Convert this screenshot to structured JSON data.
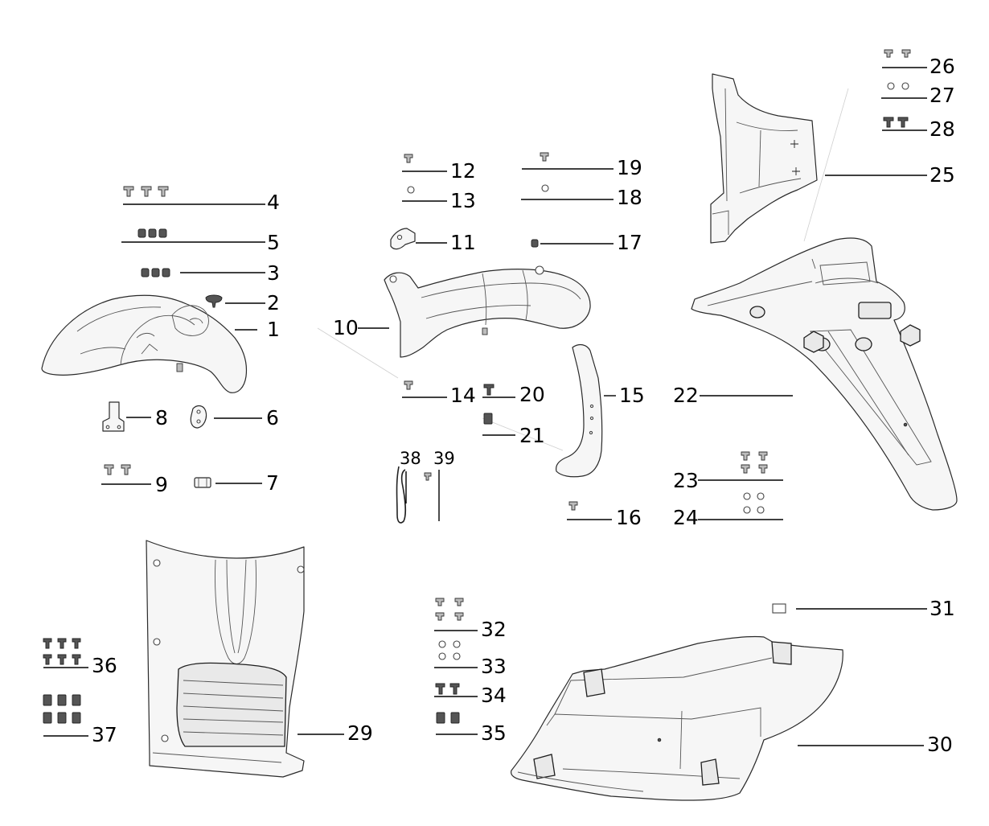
{
  "callouts": [
    {
      "id": "1",
      "label": "1"
    },
    {
      "id": "2",
      "label": "2"
    },
    {
      "id": "3",
      "label": "3"
    },
    {
      "id": "4",
      "label": "4"
    },
    {
      "id": "5",
      "label": "5"
    },
    {
      "id": "6",
      "label": "6"
    },
    {
      "id": "7",
      "label": "7"
    },
    {
      "id": "8",
      "label": "8"
    },
    {
      "id": "9",
      "label": "9"
    },
    {
      "id": "10",
      "label": "10"
    },
    {
      "id": "11",
      "label": "11"
    },
    {
      "id": "12",
      "label": "12"
    },
    {
      "id": "13",
      "label": "13"
    },
    {
      "id": "14",
      "label": "14"
    },
    {
      "id": "15",
      "label": "15"
    },
    {
      "id": "16",
      "label": "16"
    },
    {
      "id": "17",
      "label": "17"
    },
    {
      "id": "18",
      "label": "18"
    },
    {
      "id": "19",
      "label": "19"
    },
    {
      "id": "20",
      "label": "20"
    },
    {
      "id": "21",
      "label": "21"
    },
    {
      "id": "22",
      "label": "22"
    },
    {
      "id": "23",
      "label": "23"
    },
    {
      "id": "24",
      "label": "24"
    },
    {
      "id": "25",
      "label": "25"
    },
    {
      "id": "26",
      "label": "26"
    },
    {
      "id": "27",
      "label": "27"
    },
    {
      "id": "28",
      "label": "28"
    },
    {
      "id": "29",
      "label": "29"
    },
    {
      "id": "30",
      "label": "30"
    },
    {
      "id": "31",
      "label": "31"
    },
    {
      "id": "32",
      "label": "32"
    },
    {
      "id": "33",
      "label": "33"
    },
    {
      "id": "34",
      "label": "34"
    },
    {
      "id": "35",
      "label": "35"
    },
    {
      "id": "36",
      "label": "36"
    },
    {
      "id": "37",
      "label": "37"
    },
    {
      "id": "38",
      "label": "38"
    },
    {
      "id": "39",
      "label": "39"
    }
  ]
}
